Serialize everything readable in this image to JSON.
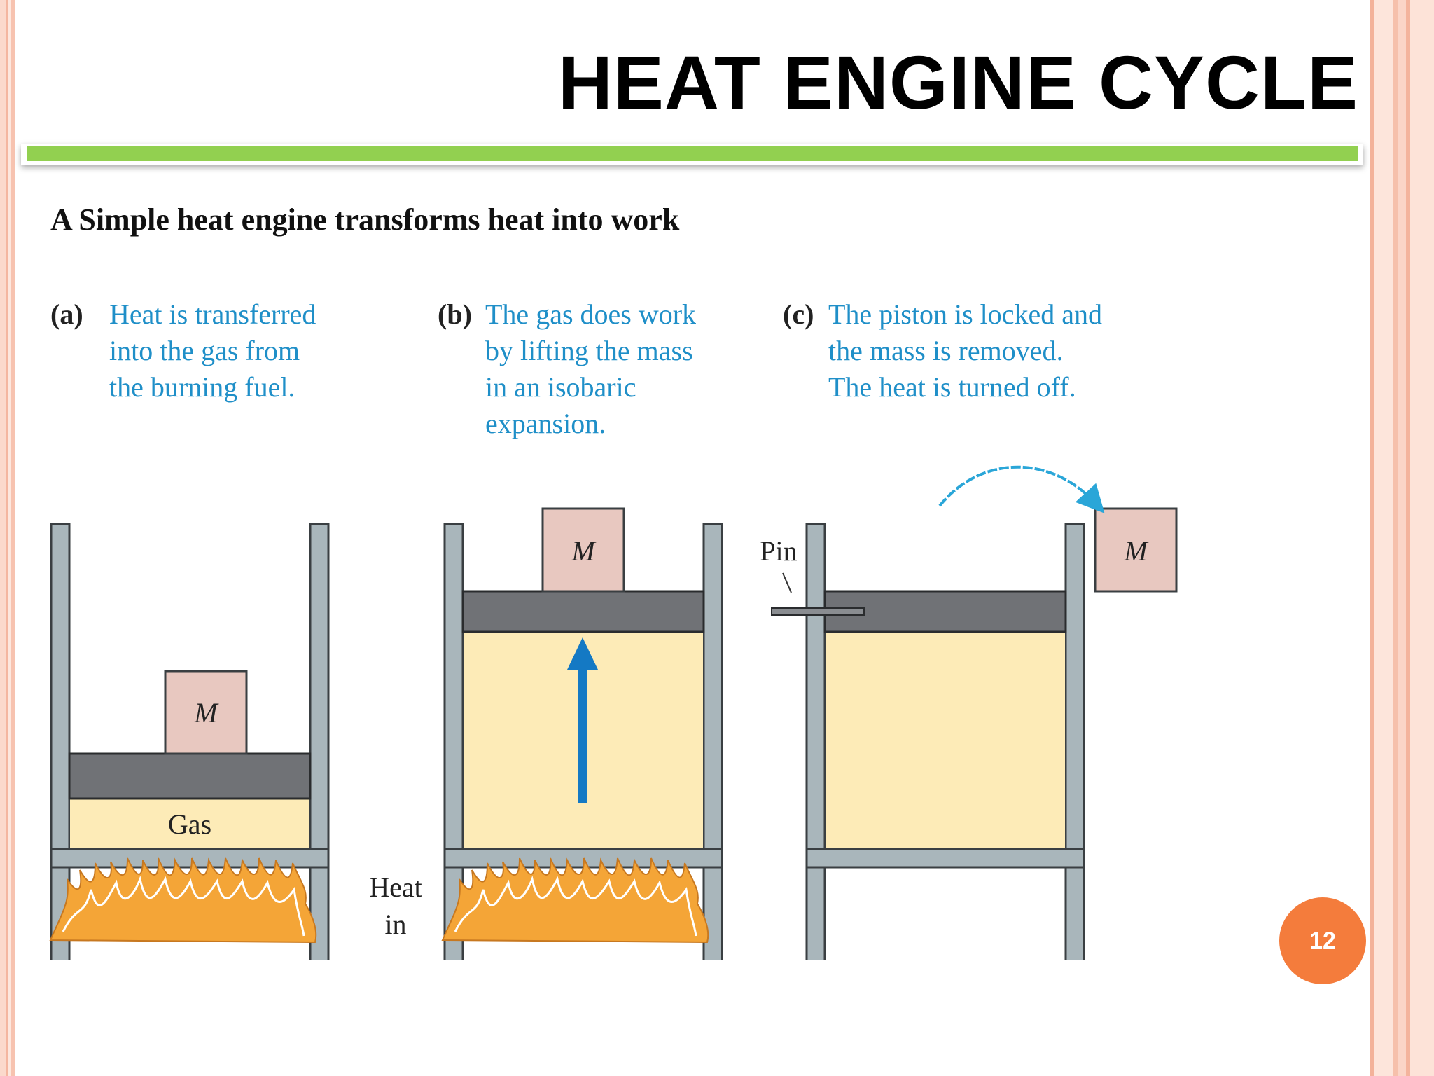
{
  "slide": {
    "title": "HEAT ENGINE CYCLE",
    "page_number": "12"
  },
  "figure": {
    "heading": "A Simple heat engine transforms heat into work",
    "panels": [
      {
        "tag": "(a)",
        "caption_lines": [
          "Heat is transferred",
          "into the gas from",
          "the burning fuel."
        ]
      },
      {
        "tag": "(b)",
        "caption_lines": [
          "The gas does work",
          "by lifting the mass",
          "in an isobaric",
          "expansion."
        ]
      },
      {
        "tag": "(c)",
        "caption_lines": [
          "The piston is locked and",
          "the mass is removed.",
          "The heat is turned off."
        ]
      }
    ],
    "labels": {
      "mass": "M",
      "gas": "Gas",
      "heat_in_line1": "Heat",
      "heat_in_line2": "in",
      "pin": "Pin"
    }
  },
  "colors": {
    "accent_rule": "#92d050",
    "page_badge": "#f47c3c",
    "caption_text": "#1f8fc8",
    "gas_fill": "#fdebb7",
    "piston": "#707276",
    "mass": "#e8c8c0",
    "cylinder_wall": "#a9b6bb",
    "arrow": "#1479c4",
    "flame": "#f4a537"
  }
}
